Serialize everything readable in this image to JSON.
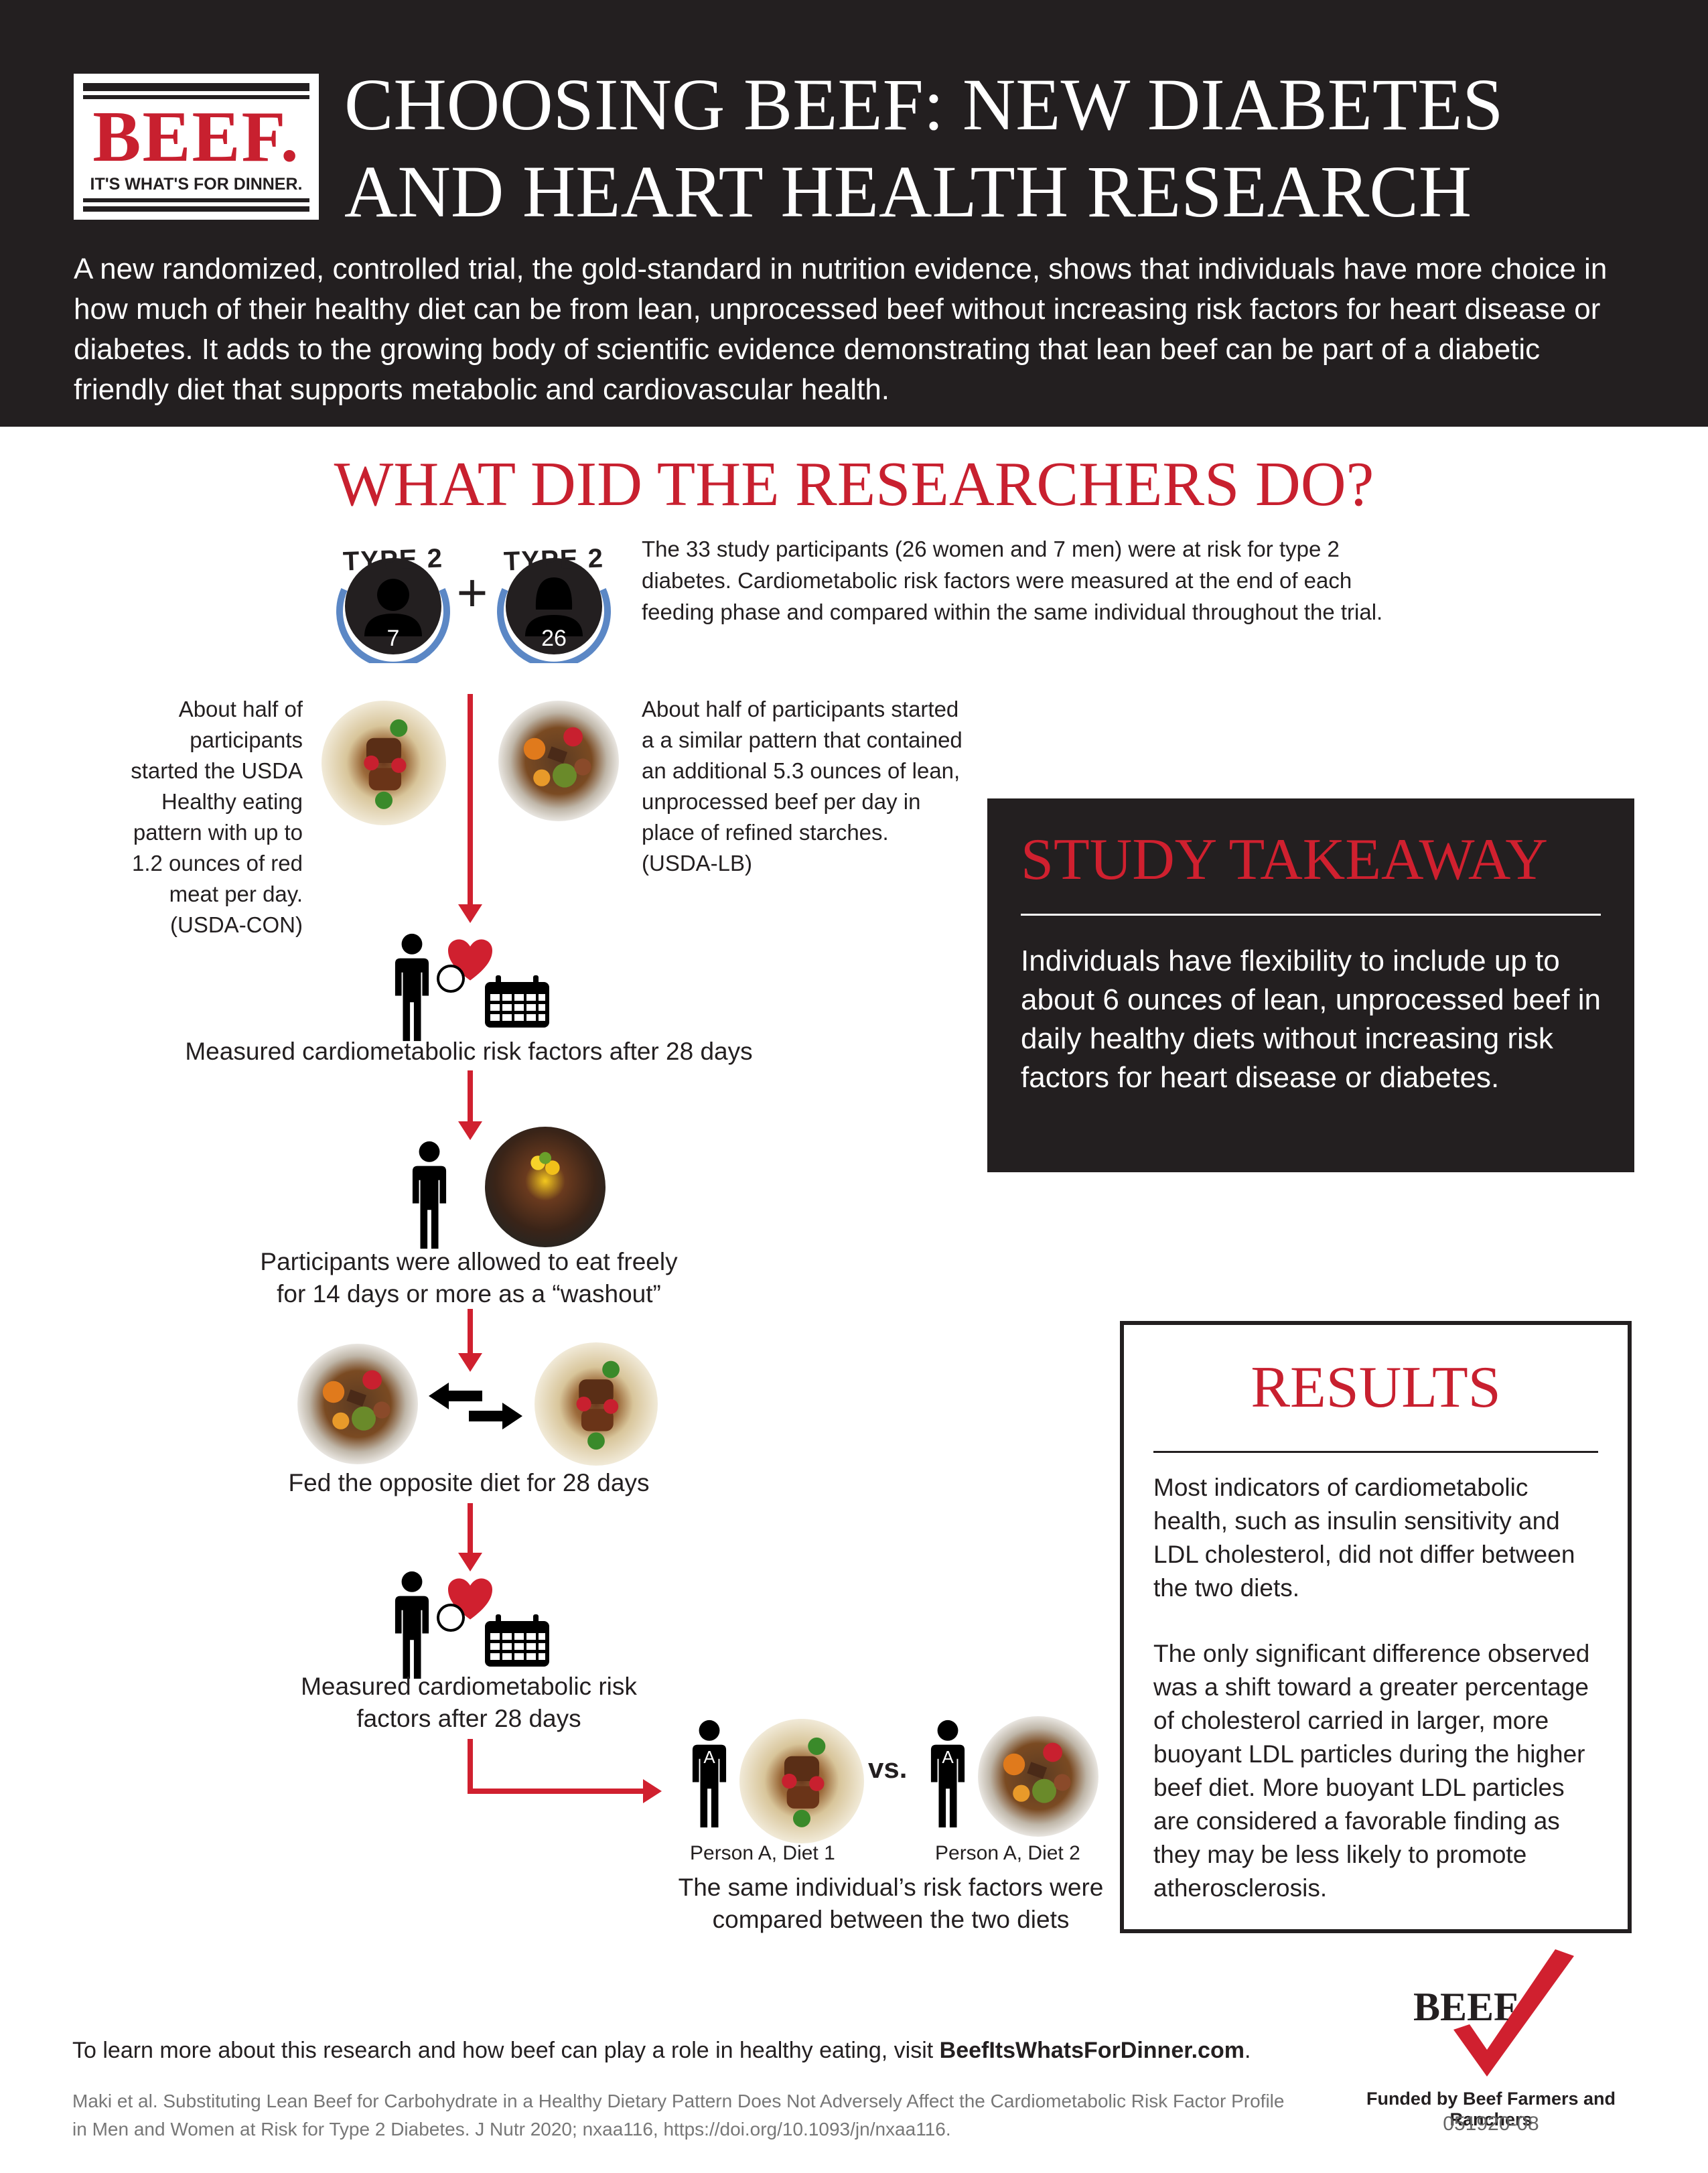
{
  "header": {
    "logo": {
      "word": "BEEF.",
      "tagline": "IT'S WHAT'S FOR DINNER."
    },
    "title_line1": "CHOOSING BEEF: NEW DIABETES",
    "title_line2": "AND HEART HEALTH RESEARCH",
    "intro": "A new randomized, controlled trial, the gold-standard in nutrition evidence, shows that individuals have more choice in how much of their healthy diet can be from lean, unprocessed beef without increasing risk factors for heart disease or diabetes. It adds to the growing body of scientific evidence demonstrating that lean beef can be part of a diabetic friendly diet that supports metabolic and cardiovascular health."
  },
  "section_title": "WHAT DID THE RESEARCHERS DO?",
  "participants": {
    "badge_label": "TYPE 2",
    "men_count": "7",
    "women_count": "26",
    "plus": "+",
    "description": "The 33 study participants (26 women and 7 men) were at risk for type 2 diabetes. Cardiometabolic risk factors were measured at the end of each feeding phase and compared within the same individual throughout the trial."
  },
  "diets": {
    "left": "About half of participants started the USDA Healthy eating pattern with up to 1.2 ounces of red meat per day. (USDA-CON)",
    "right": "About half of participants started a a similar pattern that contained an additional 5.3 ounces of lean, unprocessed beef per day in place of refined starches. (USDA-LB)"
  },
  "steps": {
    "measured_1": "Measured cardiometabolic risk factors after 28 days",
    "washout": "Participants were allowed to eat freely for 14 days or more as a “washout”",
    "opposite": "Fed the opposite diet for 28 days",
    "measured_2": "Measured cardiometabolic risk factors after 28 days",
    "person_letter": "A",
    "vs": "vs.",
    "diet1": "Person A, Diet 1",
    "diet2": "Person A, Diet 2",
    "compare": "The same individual’s risk factors were compared between the two diets"
  },
  "takeaway": {
    "title": "STUDY TAKEAWAY",
    "body": "Individuals have flexibility to include up to about 6 ounces of lean, unprocessed beef in daily healthy diets without increasing risk factors for heart disease or diabetes."
  },
  "results": {
    "title": "RESULTS",
    "p1": "Most indicators of cardiometabolic health, such as insulin sensitivity and LDL cholesterol, did not differ between the two diets.",
    "p2": "The only significant difference observed was a shift toward a greater percentage of cholesterol carried in larger, more buoyant LDL particles during the higher beef diet. More buoyant LDL particles are considered a favorable finding as they may be less likely to promote atherosclerosis."
  },
  "footer": {
    "learn_prefix": "To learn more about this research and how beef can play a role in healthy eating, visit ",
    "learn_link": "BeefItsWhatsForDinner.com",
    "learn_suffix": ".",
    "citation": "Maki et al. Substituting Lean Beef for Carbohydrate in a Healthy Dietary Pattern Does Not Adversely Affect the Cardiometabolic Risk Factor Profile in Men and Women at Risk for Type 2 Diabetes. J Nutr 2020; nxaa116, https://doi.org/10.1093/jn/nxaa116.",
    "checkoff_word": "BEEF",
    "funded": "Funded by Beef Farmers and Ranchers",
    "code": "051920-08"
  },
  "colors": {
    "accent_red": "#c8202f",
    "dark": "#231f20",
    "ring_blue": "#5b87c5"
  }
}
